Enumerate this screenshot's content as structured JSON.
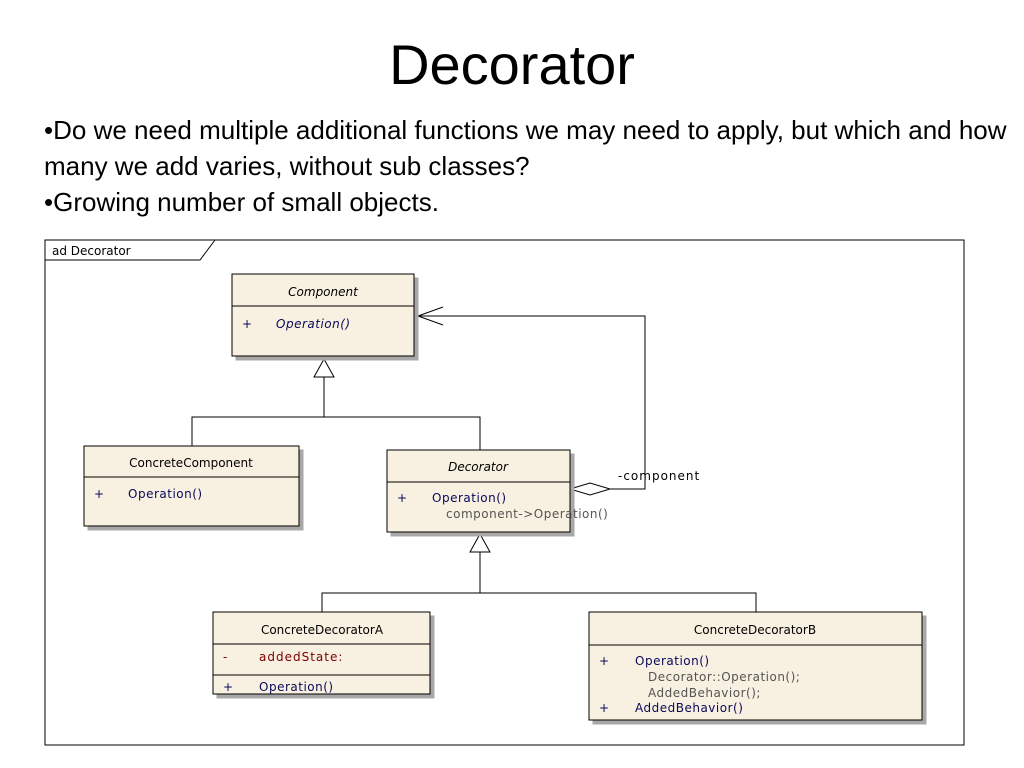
{
  "slide": {
    "title": "Decorator",
    "bullets": [
      "•Do we need multiple additional functions we may need to apply, but which and how many we add varies, without sub classes?",
      "•Growing number of small objects."
    ]
  },
  "diagram": {
    "frame_label": "ad Decorator",
    "classes": {
      "component": {
        "name": "Component",
        "ops": [
          {
            "vis": "+",
            "text": "Operation()"
          }
        ]
      },
      "concrete_component": {
        "name": "ConcreteComponent",
        "ops": [
          {
            "vis": "+",
            "text": "Operation()"
          }
        ]
      },
      "decorator": {
        "name": "Decorator",
        "ops": [
          {
            "vis": "+",
            "text": "Operation()"
          }
        ],
        "note": "component->Operation()"
      },
      "concrete_decorator_a": {
        "name": "ConcreteDecoratorA",
        "attrs": [
          {
            "vis": "-",
            "text": "addedState:"
          }
        ],
        "ops": [
          {
            "vis": "+",
            "text": "Operation()"
          }
        ]
      },
      "concrete_decorator_b": {
        "name": "ConcreteDecoratorB",
        "ops": [
          {
            "vis": "+",
            "text": "Operation()"
          },
          {
            "vis": "+",
            "text": "AddedBehavior()"
          }
        ],
        "notes": [
          "Decorator::Operation();",
          "AddedBehavior();"
        ]
      }
    },
    "association_role": "-component",
    "colors": {
      "class_fill": "#f8f0e0",
      "shadow": "#a8a8a8",
      "operation_text": "#0a0a5a",
      "attribute_text": "#7a0000"
    }
  }
}
